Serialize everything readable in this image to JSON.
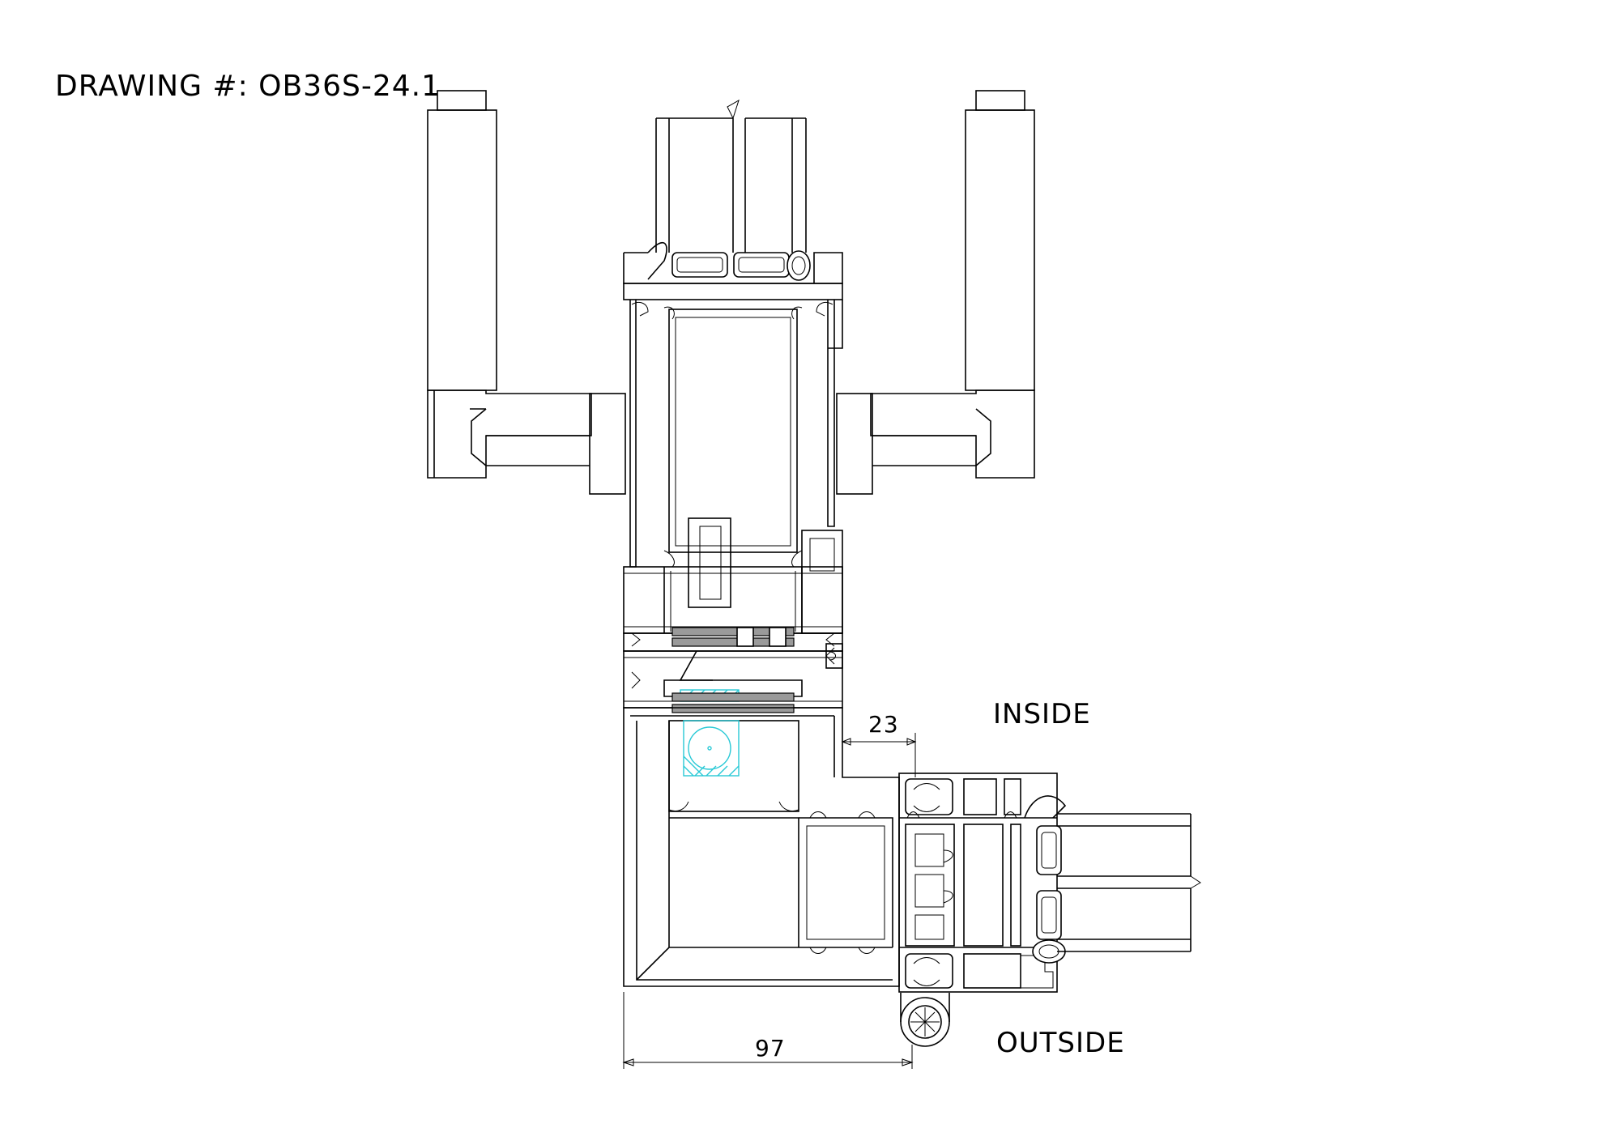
{
  "drawing": {
    "title": "DRAWING #: OB36S-24.1",
    "inside_label": "INSIDE",
    "outside_label": "OUTSIDE",
    "dimensions": {
      "gap": "23",
      "depth": "97"
    }
  },
  "colors": {
    "line": "#000000",
    "thermal_break": "#9a9a9a",
    "highlight": "#29c9d6"
  }
}
